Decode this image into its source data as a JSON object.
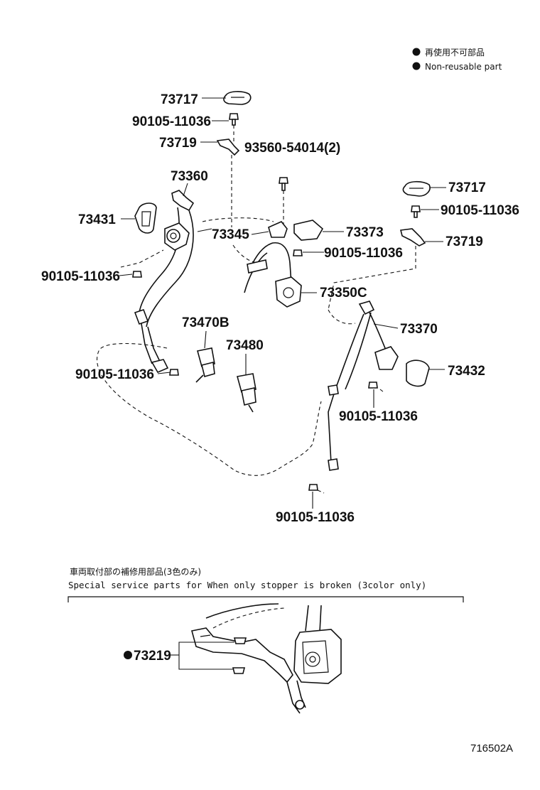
{
  "legend": {
    "jp": "再使用不可部品",
    "en": "Non-reusable part"
  },
  "parts": {
    "p73717_top": "73717",
    "p90105_top": "90105-11036",
    "p73719_top": "73719",
    "p93560": "93560-54014(2)",
    "p73360": "73360",
    "p73431": "73431",
    "p73345": "73345",
    "p73373": "73373",
    "p90105_mid": "90105-11036",
    "p73717_right": "73717",
    "p90105_right": "90105-11036",
    "p73719_right": "73719",
    "p90105_left": "90105-11036",
    "p73350C": "73350C",
    "p73470B": "73470B",
    "p73370": "73370",
    "p73480": "73480",
    "p90105_lowleft": "90105-11036",
    "p73432": "73432",
    "p90105_lowright": "90105-11036",
    "p90105_bottom": "90105-11036",
    "p73219": "73219"
  },
  "note": {
    "jp": "車両取付部の補修用部品(3色のみ)",
    "en": "Special service parts for When only stopper is broken (3color only)"
  },
  "diagram_code": "716502A"
}
